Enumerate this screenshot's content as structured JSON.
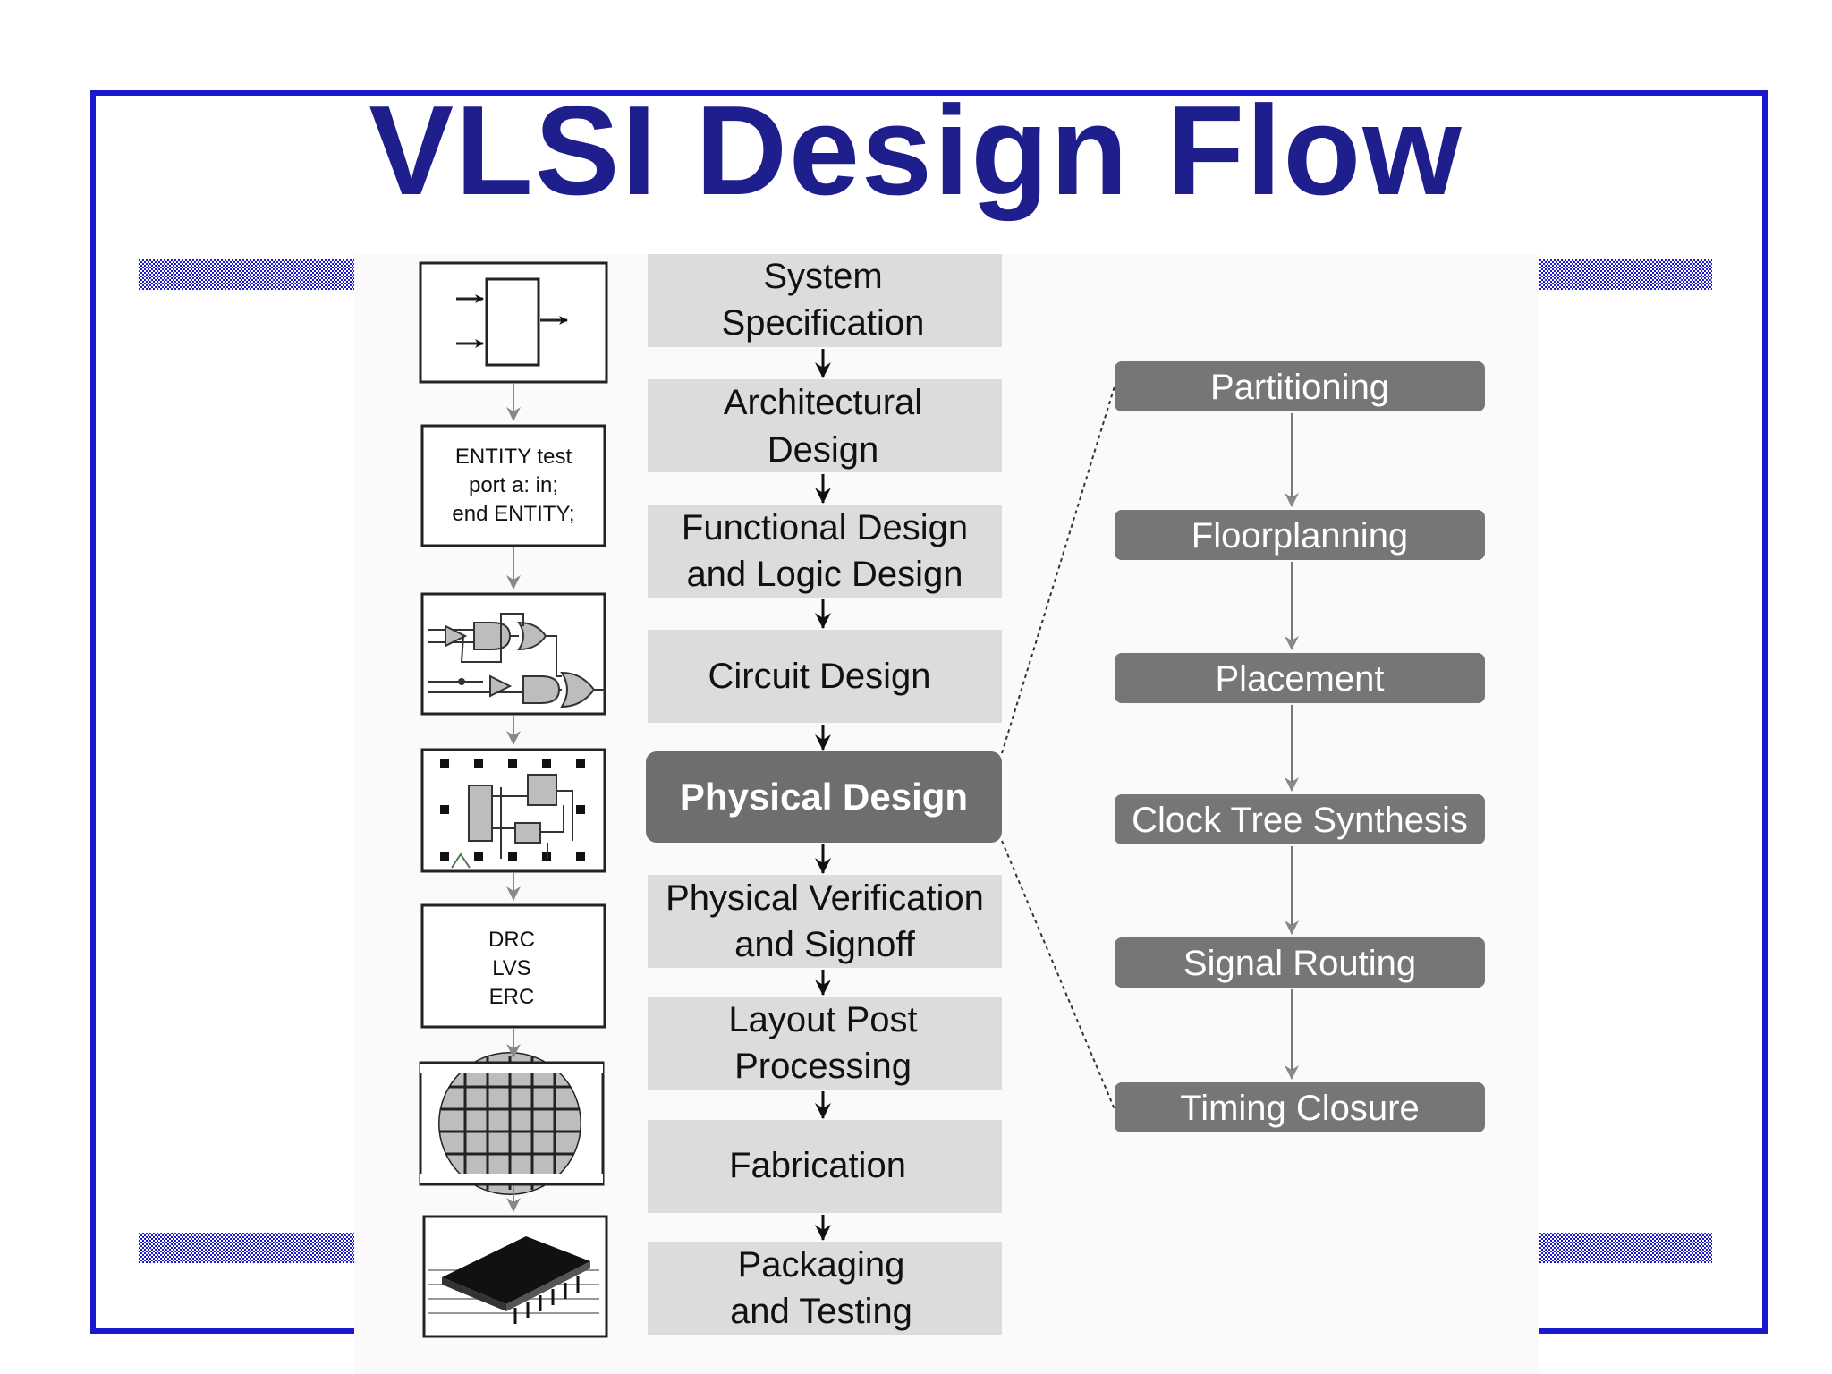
{
  "title": "VLSI Design Flow",
  "colors": {
    "frame": "#1a1acc",
    "title": "#1e1e8c",
    "step_box": "#dcdcdc",
    "highlight_box": "#6e6e6e",
    "sub_box": "#767676"
  },
  "main_steps": [
    {
      "lines": [
        "System",
        "Specification"
      ]
    },
    {
      "lines": [
        "Architectural",
        "Design"
      ]
    },
    {
      "lines": [
        "Functional Design",
        "and Logic Design"
      ]
    },
    {
      "lines": [
        "Circuit Design"
      ]
    },
    {
      "lines": [
        "Physical Design"
      ],
      "highlighted": true
    },
    {
      "lines": [
        "Physical Verification",
        "and Signoff"
      ]
    },
    {
      "lines": [
        "Layout Post",
        "Processing"
      ]
    },
    {
      "lines": [
        "Fabrication"
      ]
    },
    {
      "lines": [
        "Packaging",
        "and Testing"
      ]
    }
  ],
  "physical_design_steps": [
    "Partitioning",
    "Floorplanning",
    "Placement",
    "Clock Tree Synthesis",
    "Signal Routing",
    "Timing Closure"
  ],
  "icons": [
    {
      "name": "block-diagram-icon"
    },
    {
      "name": "hdl-code-icon",
      "lines": [
        "ENTITY test",
        "port a: in;",
        "end ENTITY;"
      ]
    },
    {
      "name": "logic-gates-icon"
    },
    {
      "name": "layout-icon"
    },
    {
      "name": "verification-checks-icon",
      "lines": [
        "DRC",
        "LVS",
        "ERC"
      ]
    },
    {
      "name": "wafer-icon"
    },
    {
      "name": "chip-package-icon"
    }
  ]
}
